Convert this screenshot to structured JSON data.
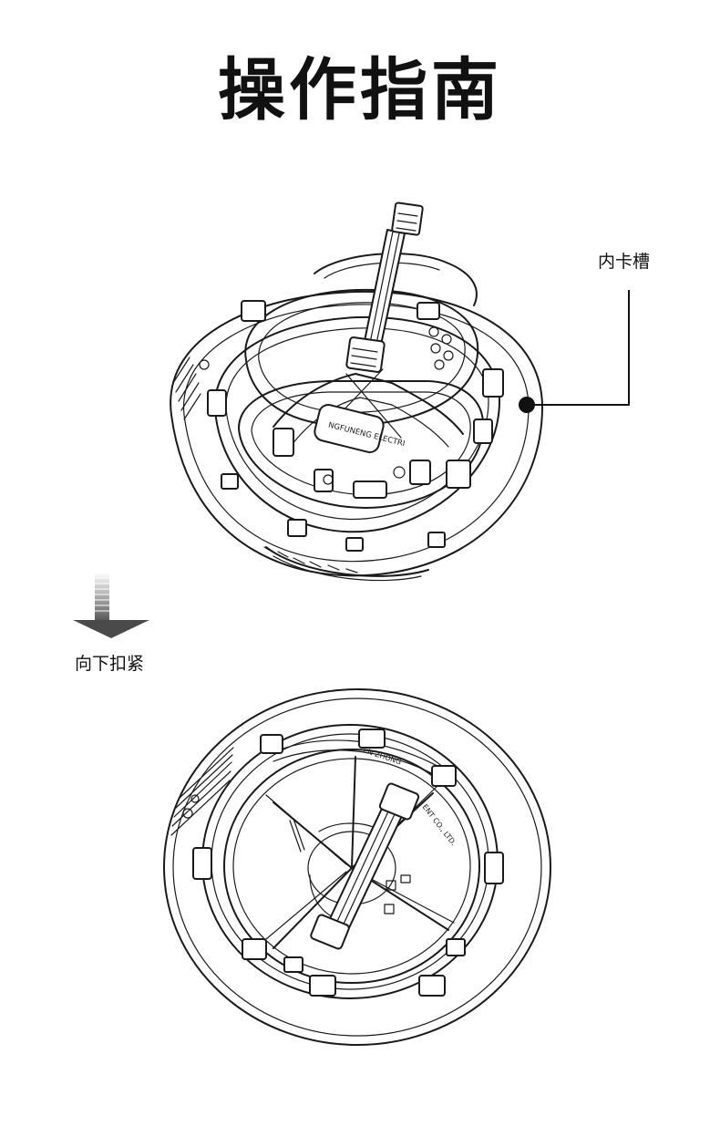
{
  "page": {
    "title": "操作指南"
  },
  "callout": {
    "label": "内卡槽"
  },
  "step": {
    "label": "向下扣紧"
  },
  "helmet_top": {
    "print_text": "NGFUNENG ELECTRI"
  },
  "helmet_bottom": {
    "print_text_1": "EN ZHONG",
    "print_text_2": "ENT CO., LTD."
  }
}
